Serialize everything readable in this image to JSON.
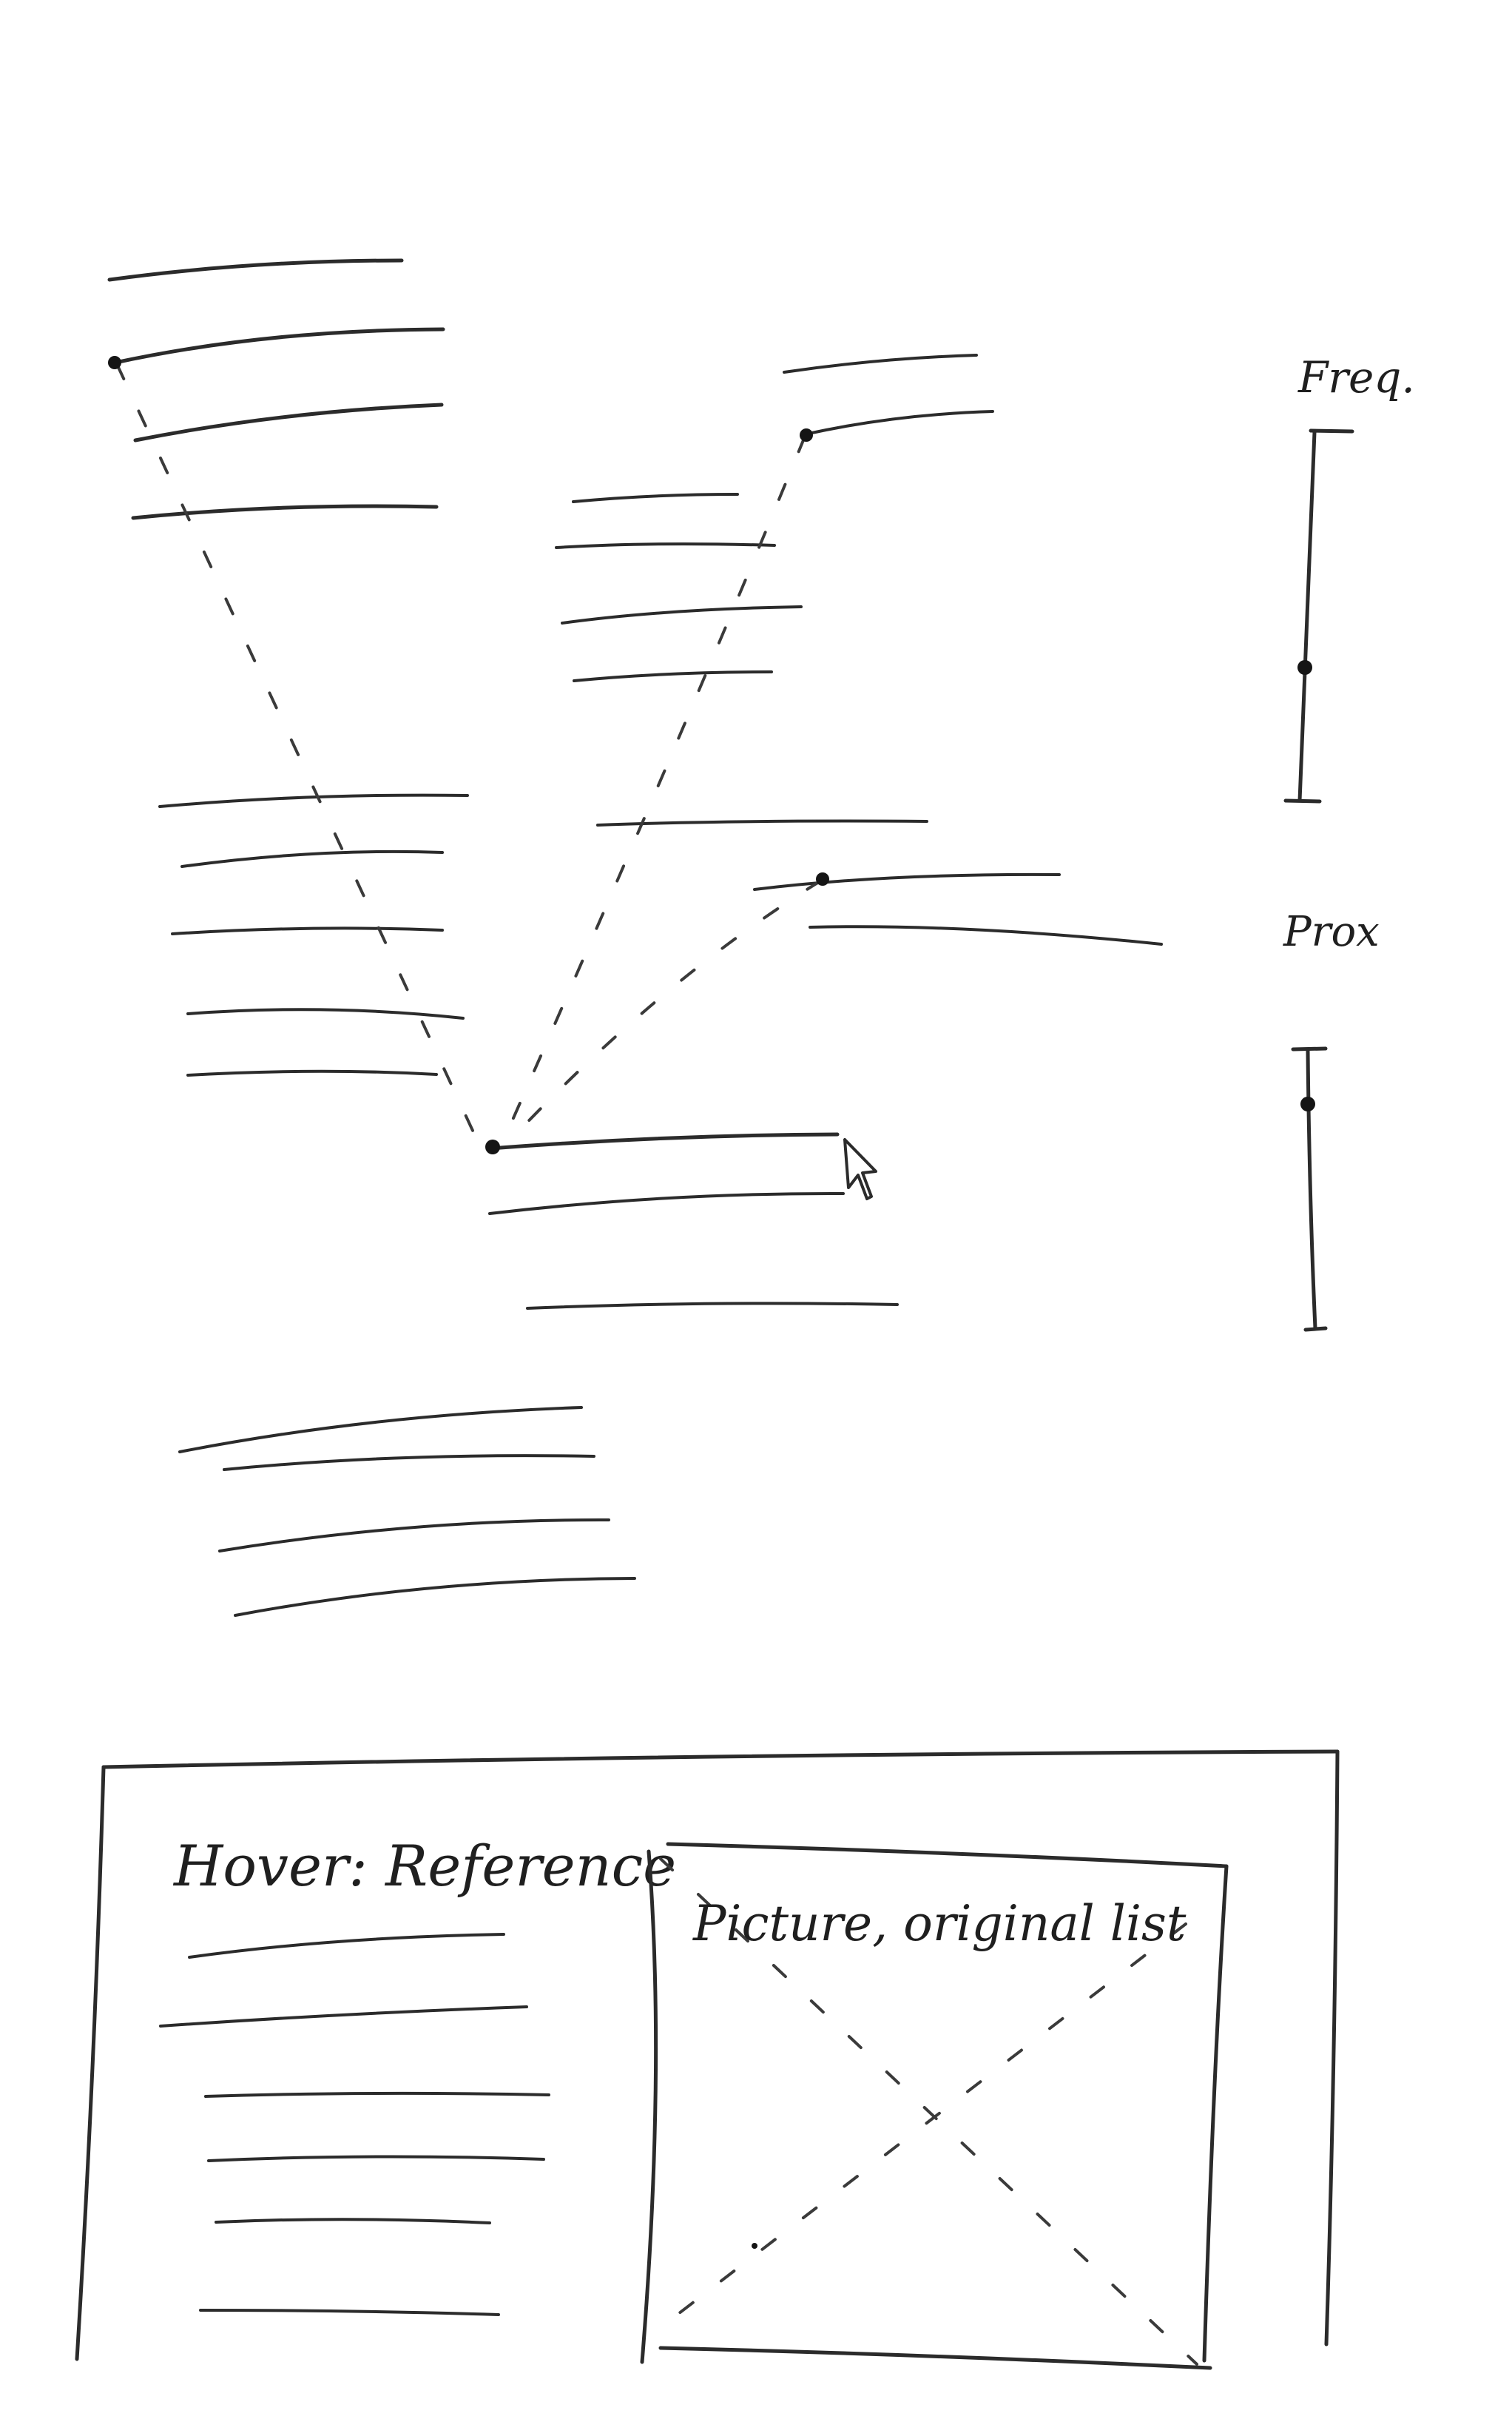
{
  "sliders": {
    "freq_label": "Freq.",
    "prox_label": "Prox"
  },
  "hover_panel": {
    "title": "Hover: Reference",
    "picture_label": "Picture, original list"
  }
}
